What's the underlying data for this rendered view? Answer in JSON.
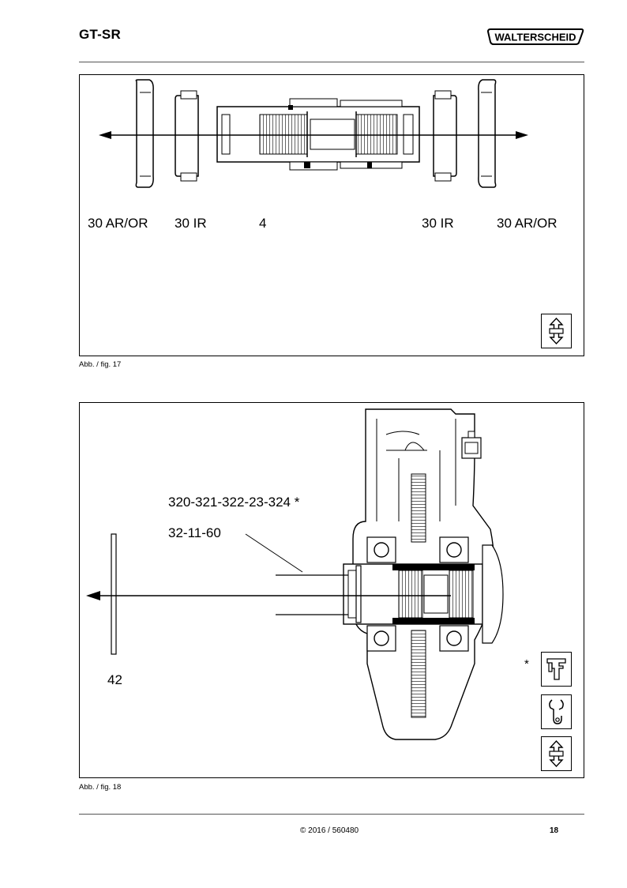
{
  "header": {
    "title": "GT-SR",
    "brand": "WALTERSCHEID"
  },
  "fig17": {
    "caption": "Abb. / fig. 17",
    "labels": {
      "ar_or_left": "30 AR/OR",
      "ir_left": "30 IR",
      "center": "4",
      "ir_right": "30 IR",
      "ar_or_right": "30 AR/OR"
    },
    "icons": [
      "disassemble-arrows-icon"
    ]
  },
  "fig18": {
    "caption": "Abb. / fig. 18",
    "labels": {
      "parts": "320-321-322-23-324 *",
      "part_2": "32-11-60",
      "washer": "42",
      "star": "*"
    },
    "icons": [
      "caliper-icon",
      "wrench-icon",
      "disassemble-arrows-icon"
    ]
  },
  "footer": {
    "copyright": "© 2016 / 560480",
    "page": "18"
  }
}
